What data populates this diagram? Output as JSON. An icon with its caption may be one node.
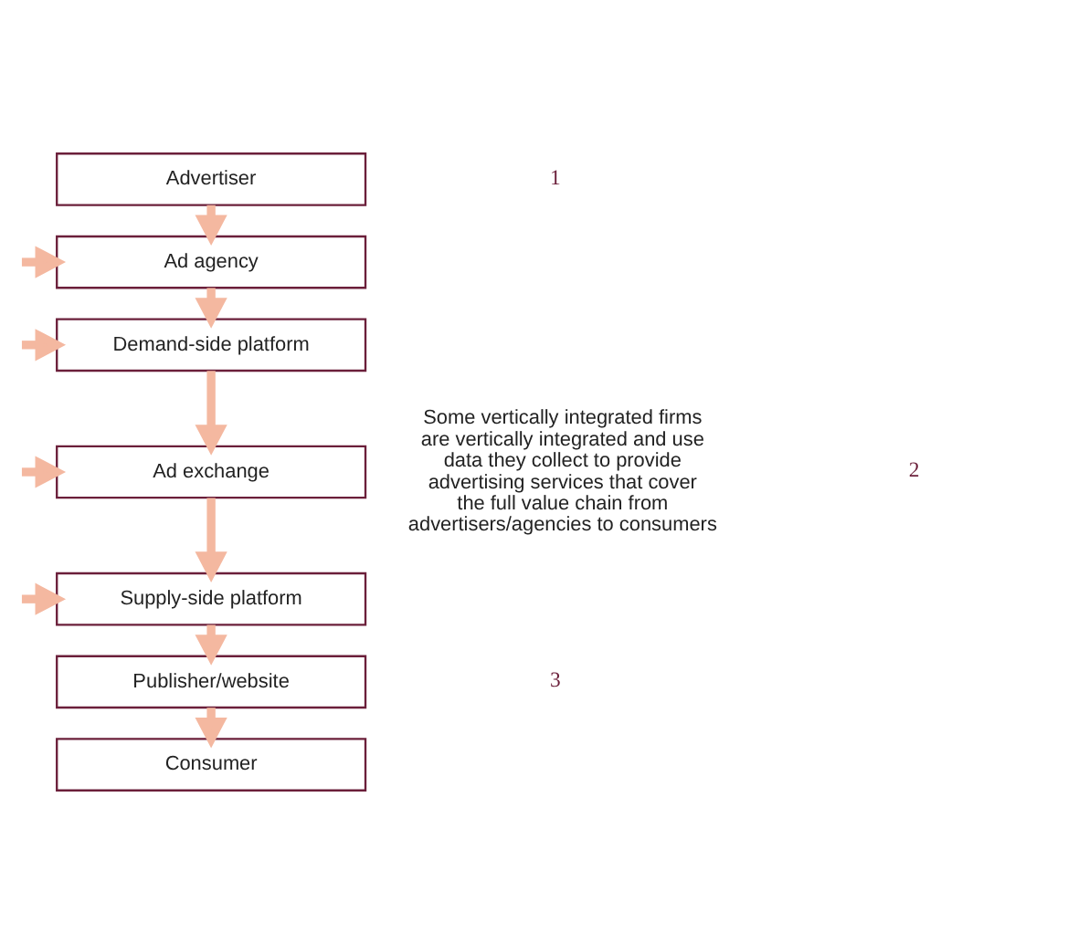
{
  "diagram": {
    "nodes": [
      {
        "text": [
          "Advertiser"
        ]
      },
      {
        "text": [
          "Ad agency"
        ]
      },
      {
        "text": [
          "Demand-side platform"
        ]
      },
      {
        "text": [
          "Ad exchange"
        ]
      },
      {
        "text": [
          "Supply-side platform"
        ]
      },
      {
        "text": [
          "Publisher/website"
        ]
      },
      {
        "text": [
          "Consumer"
        ]
      }
    ],
    "edges": [
      {
        "from": 0,
        "to": 1,
        "arrow": "to"
      },
      {
        "from": 1,
        "to": 2,
        "arrow": "to"
      },
      {
        "from": 2,
        "to": 3,
        "arrow": "to"
      },
      {
        "from": 3,
        "to": 4,
        "arrow": "to"
      },
      {
        "from": 4,
        "to": 5,
        "arrow": "to"
      },
      {
        "from": 5,
        "to": 6,
        "arrow": "to"
      },
      {
        "from": null,
        "to": 1,
        "arrow": "to"
      },
      {
        "from": null,
        "to": 2,
        "arrow": "to"
      },
      {
        "from": null,
        "to": 3,
        "arrow": "to"
      },
      {
        "from": null,
        "to": 4,
        "arrow": "to"
      }
    ],
    "labels": [
      "1",
      "Some vertically integrated firms are vertically integrated and use data they collect to provide advertising services that cover the full value chain from advertisers/agencies to consumers",
      "2",
      "3"
    ]
  }
}
